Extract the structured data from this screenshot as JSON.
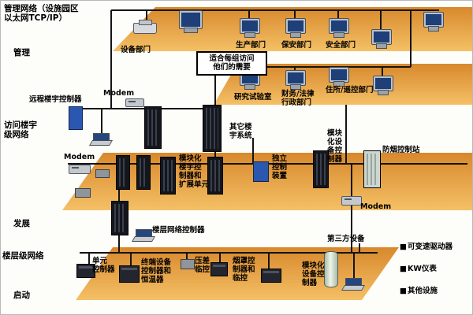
{
  "title": "管理网络（设施园区\n以太网TCP/IP）",
  "side": {
    "management": "管理",
    "access": "访问楼宇\n级网络",
    "development": "发展",
    "floor": "楼层级网络",
    "startup": "启动"
  },
  "top": {
    "equipment": "设备部门",
    "production": "生产部门",
    "security": "保安部门",
    "safety": "安全部门",
    "note": "适合每组访问\n他们的需要",
    "research": "研究试验室",
    "finance": "财务/法律\n行政部门",
    "residence": "住所/遥控部门"
  },
  "mid": {
    "remote_controller": "远程楼宇控制器",
    "modem_top": "Modem",
    "other_systems": "其它楼\n宇系统",
    "modular_equipment": "模块\n化设\n备控\n制器",
    "smoke_station": "防烟控制站",
    "modem_left": "Modem",
    "modular_building": "模块化\n楼宇控\n制器和\n扩展单元",
    "independent": "独立\n控制\n装置",
    "modem_right": "Modem",
    "floor_controller": "楼层网络控制器",
    "third_party": "第三方设备"
  },
  "bottom": {
    "unit": "单元\n控制器",
    "terminal": "终端设备\n控制器和\n恒温器",
    "pressure": "压差\n临控",
    "hood": "烟罩控\n制器和\n临控",
    "modular": "模块化\n设备控\n制器"
  },
  "legend": {
    "bullet": "■",
    "items": [
      {
        "label": "可变速驱动器"
      },
      {
        "label": "KW仪表"
      },
      {
        "label": "其他设施"
      }
    ]
  },
  "colors": {
    "platform_top": "#d8882c",
    "platform_bottom": "#f4c066",
    "line": "#141414"
  }
}
